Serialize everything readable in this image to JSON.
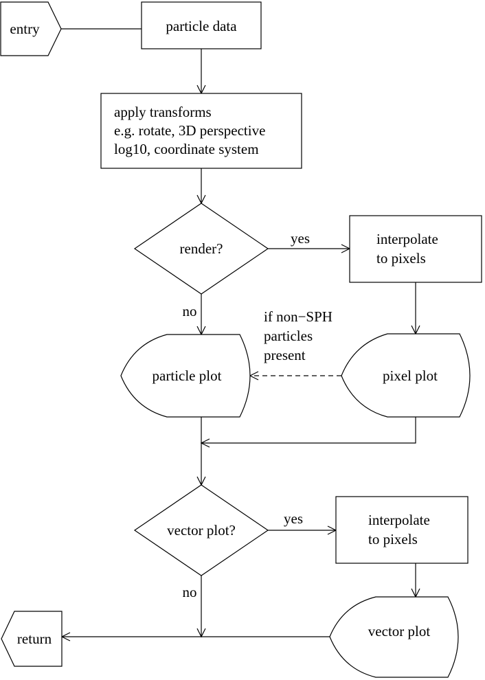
{
  "nodes": {
    "entry": "entry",
    "particle_data": "particle data",
    "transforms": {
      "line1": "apply transforms",
      "line2": "e.g. rotate, 3D perspective",
      "line3": "log10, coordinate system"
    },
    "render_decision": "render?",
    "interpolate_render": {
      "line1": "interpolate",
      "line2": "to pixels"
    },
    "particle_plot": "particle plot",
    "pixel_plot": "pixel plot",
    "vector_decision": "vector plot?",
    "interpolate_vector": {
      "line1": "interpolate",
      "line2": "to pixels"
    },
    "vector_plot": "vector plot",
    "return": "return"
  },
  "labels": {
    "render_yes": "yes",
    "render_no": "no",
    "vector_yes": "yes",
    "vector_no": "no",
    "non_sph": {
      "line1": "if non−SPH",
      "line2": "particles",
      "line3": "present"
    }
  }
}
